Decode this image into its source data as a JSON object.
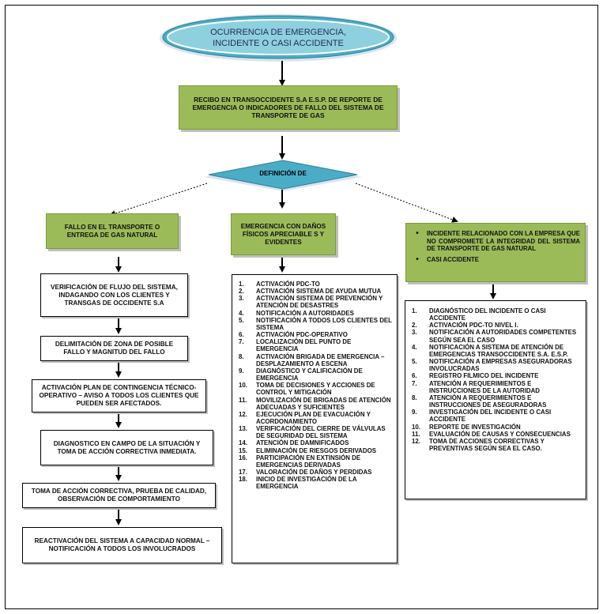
{
  "start": {
    "text": "OCURRENCIA DE EMERGENCIA, INCIDENTE O CASI ACCIDENTE"
  },
  "receipt": {
    "text": "RECIBO EN TRANSOCCIDENTE S.A E.S.P.  DE REPORTE DE EMERGENCIA O INDICADORES DE FALLO DEL SISTEMA DE TRANSPORTE DE GAS"
  },
  "decision": {
    "text": "DEFINICIÓN DE"
  },
  "branches": {
    "left": {
      "title": "FALLO EN EL TRANSPORTE O ENTREGA DE GAS NATURAL",
      "steps": [
        "VERIFICACIÓN DE FLUJO DEL SISTEMA, INDAGANDO CON LOS CLIENTES  Y TRANSGAS DE OCCIDENTE S.A",
        "DELIMITACIÓN DE ZONA DE POSIBLE FALLO Y MAGNITUD DEL FALLO",
        "ACTIVACIÓN PLAN DE CONTINGENCIA TÉCNICO-OPERATIVO – AVISO A TODOS LOS CLIENTES QUE PUEDEN SER AFECTADOS.",
        "DIAGNOSTICO EN CAMPO DE LA SITUACIÓN Y TOMA DE ACCIÓN CORRECTIVA INMEDIATA.",
        "TOMA DE ACCIÓN CORRECTIVA, PRUEBA DE CALIDAD, OBSERVACIÓN DE COMPORTAMIENTO",
        "REACTIVACIÓN DEL SISTEMA A CAPACIDAD NORMAL – NOTIFICACIÓN A TODOS LOS INVOLUCRADOS"
      ]
    },
    "middle": {
      "title": "EMERGENCIA CON DAÑOS FÍSICOS APRECIABLE S Y EVIDENTES",
      "items": [
        {
          "n": "1.",
          "t": "ACTIVACIÓN PDC-TO"
        },
        {
          "n": "2.",
          "t": "ACTIVACIÓN SISTEMA DE AYUDA MUTUA"
        },
        {
          "n": "3.",
          "t": "ACTIVACIÓN SISTEMA DE PREVENCIÓN Y ATENCIÓN DE DESASTRES"
        },
        {
          "n": "4.",
          "t": "NOTIFICACIÓN A AUTORIDADES"
        },
        {
          "n": "5.",
          "t": "NOTIFICACIÓN A TODOS  LOS CLIENTES DEL SISTEMA"
        },
        {
          "n": "6.",
          "t": "ACTIVACIÓN PDC-OPERATIVO"
        },
        {
          "n": "7.",
          "t": "LOCALIZACIÓN DEL PUNTO DE EMERGENCIA"
        },
        {
          "n": "8.",
          "t": "ACTIVACIÓN BRIGADA DE EMERGENCIA – DESPLAZAMIENTO A ESCENA"
        },
        {
          "n": "9.",
          "t": "DIAGNÓSTICO Y CALIFICACIÓN DE EMERGENCIA"
        },
        {
          "n": "10.",
          "t": "TOMA DE DECISIONES Y ACCIONES DE CONTROL Y MITIGACIÓN"
        },
        {
          "n": "11.",
          "t": "MOVILIZACIÓN DE BRIGADAS DE ATENCIÓN ADECUADAS Y SUFICIENTES"
        },
        {
          "n": "12.",
          "t": "EJECUCIÓN PLAN DE EVACUACIÓN Y ACORDONAMIENTO"
        },
        {
          "n": "13.",
          "t": "VERIFICACIÓN DEL CIERRE DE VÁLVULAS DE SEGURIDAD  DEL SISTEMA"
        },
        {
          "n": "14.",
          "t": "ATENCIÓN DE DAMNIFICADOS"
        },
        {
          "n": "15.",
          "t": "ELIMINACIÓN DE RIESGOS DERIVADOS"
        },
        {
          "n": "16.",
          "t": "PARTICIPACIÓN EN EXTINSIÓN DE EMERGENCIAS DERIVADAS"
        },
        {
          "n": "17.",
          "t": "VALORACIÓN DE DAÑOS Y PERDIDAS"
        },
        {
          "n": "18.",
          "t": "INICIO DE INVESTIGACIÓN DE LA EMERGENCIA"
        }
      ]
    },
    "right": {
      "bullets": [
        "INCIDENTE   RELACIONADO CON LA EMPRESA QUE NO COMPROMETE LA INTEGRIDAD DEL SISTEMA DE TRANSPORTE DE GAS NATURAL",
        "CASI ACCIDENTE"
      ],
      "items": [
        {
          "n": "1.",
          "t": "DIAGNÓSTICO DEL INCIDENTE O CASI ACCIDENTE"
        },
        {
          "n": "2.",
          "t": "ACTIVACIÓN PDC-TO   NIVEL I."
        },
        {
          "n": "3.",
          "t": "NOTIFICACIÓN A AUTORIDADES COMPETENTES SEGÚN SEA EL CASO"
        },
        {
          "n": "4.",
          "t": "NOTIFICACIÓN A SISTEMA DE ATENCIÓN DE EMERGENCIAS  TRANSOCCIDENTE S.A. E.S.P."
        },
        {
          "n": "5.",
          "t": "NOTIFICACIÓN A EMPRESAS  ASEGURADORAS INVOLUCRADAS"
        },
        {
          "n": "6.",
          "t": "REGISTRO FILMICO DEL INCIDENTE"
        },
        {
          "n": "7.",
          "t": "ATENCIÓN A REQUERIMIENTOS E INSTRUCCIONES DE LA AUTORIDAD"
        },
        {
          "n": "8.",
          "t": "ATENCIÓN A REQUERIMIENTOS E INSTRUCCIONES DE ASEGURADORAS"
        },
        {
          "n": "9.",
          "t": "INVESTIGACIÓN DEL INCIDENTE O CASI ACCIDENTE"
        },
        {
          "n": "10.",
          "t": "REPORTE DE INVESTIGACIÓN"
        },
        {
          "n": "11.",
          "t": "EVALUACIÓN DE CAUSAS Y CONSECUENCIAS"
        },
        {
          "n": "12.",
          "t": "TOMA DE  ACCIONES CORRECTIVAS Y PREVENTIVAS SEGÚN SEA EL CASO."
        }
      ]
    }
  },
  "colors": {
    "oval": "#4bacc6",
    "green": "#9bbb59",
    "diamond": "#4bacc6"
  }
}
